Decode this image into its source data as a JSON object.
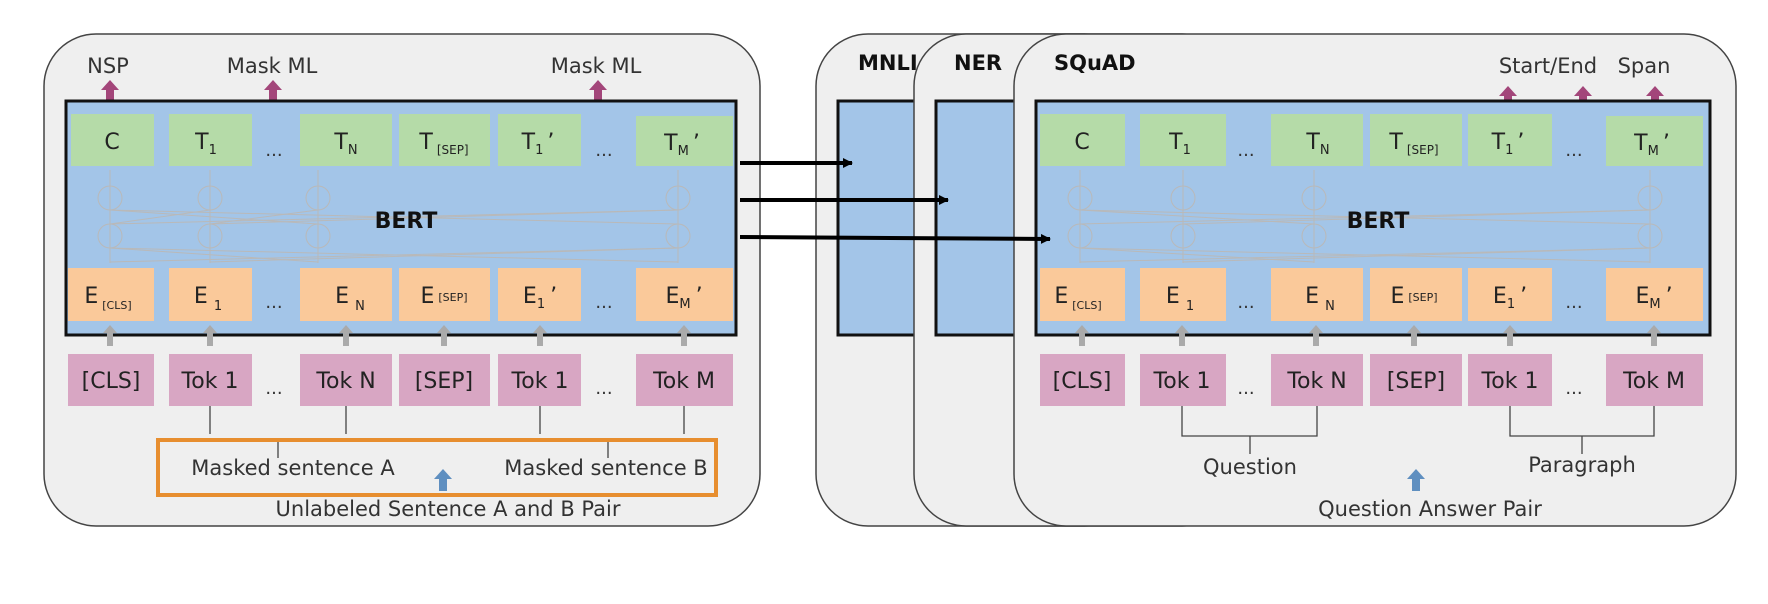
{
  "pretrain": {
    "top_labels": {
      "nsp": "NSP",
      "mask1": "Mask ML",
      "mask2": "Mask ML"
    },
    "model_label": "BERT",
    "output": {
      "c": "C",
      "t1": {
        "main": "T",
        "sub": "1"
      },
      "dots": "...",
      "tn": {
        "main": "T",
        "sub": "N"
      },
      "tsep": {
        "main": "T",
        "sub": "[SEP]"
      },
      "t1p": {
        "main": "T",
        "sub": "1",
        "prime": "’"
      },
      "tmp": {
        "main": "T",
        "sub": "M",
        "prime": "’"
      }
    },
    "embed": {
      "cls": {
        "main": "E",
        "sub": "[CLS]"
      },
      "e1": {
        "main": "E",
        "sub": "1"
      },
      "en": {
        "main": "E",
        "sub": "N"
      },
      "esep": {
        "main": "E",
        "sub": "[SEP]"
      },
      "e1p": {
        "main": "E",
        "sub": "1",
        "prime": "’"
      },
      "emp": {
        "main": "E",
        "sub": "M",
        "prime": "’"
      }
    },
    "tokens": {
      "cls": "[CLS]",
      "tok1": "Tok 1",
      "tokn": "Tok N",
      "sep": "[SEP]",
      "tok1b": "Tok 1",
      "tokm": "Tok M"
    },
    "sentence_a": "Masked sentence A",
    "sentence_b": "Masked sentence B",
    "caption": "Unlabeled Sentence A and B Pair"
  },
  "finetune": {
    "card_labels": {
      "mnli": "MNLI",
      "ner": "NER",
      "squad": "SQuAD"
    },
    "top_labels": {
      "startend": "Start/End",
      "span": "Span"
    },
    "model_label": "BERT",
    "group_question": "Question",
    "group_paragraph": "Paragraph",
    "caption": "Question Answer Pair"
  },
  "colors": {
    "panel_bg": "#efefef",
    "model_blue": "#a3c5e8",
    "output_green": "#b5dba8",
    "embed_orange": "#fac99a",
    "token_pink": "#d8a6c3",
    "arrow_purple": "#a3467a",
    "arrow_grey": "#aaaaaa",
    "arrow_blue": "#5f8fc0",
    "highlight_orange": "#e78e2f"
  }
}
